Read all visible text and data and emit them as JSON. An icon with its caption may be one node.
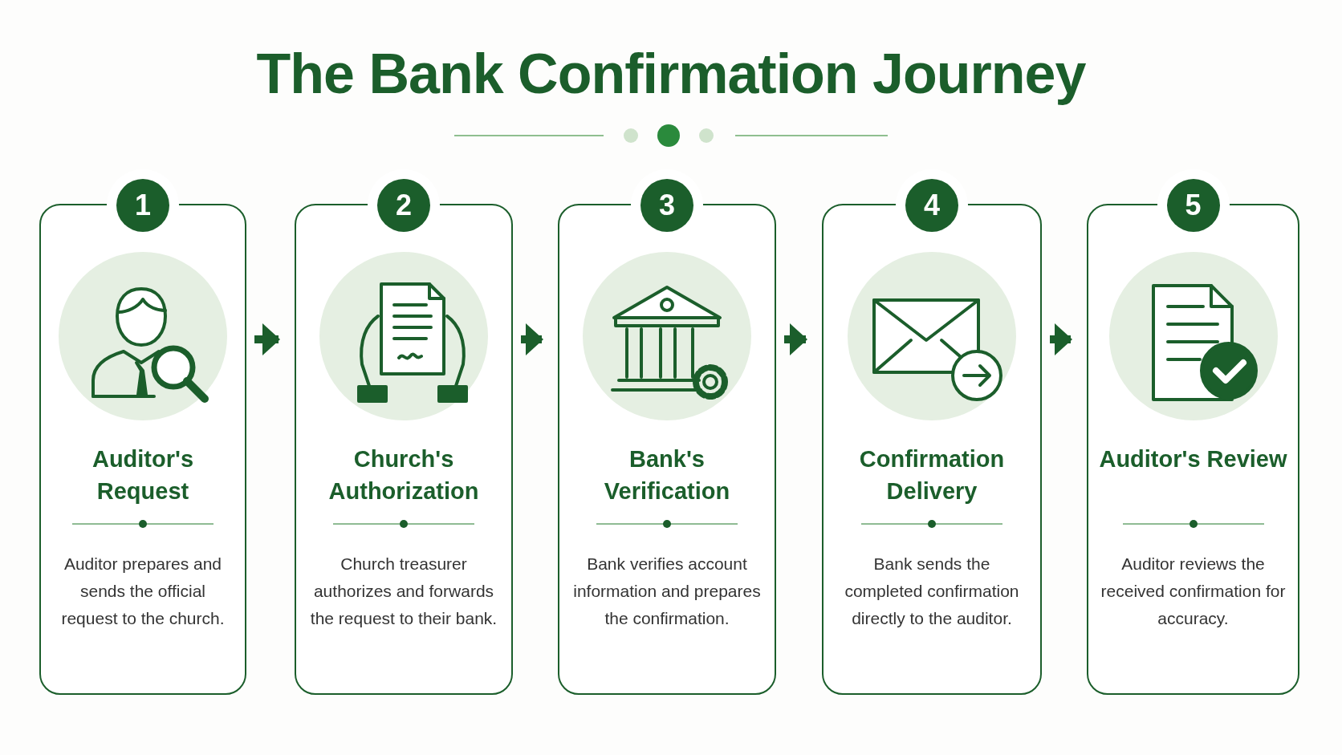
{
  "diagram": {
    "title": "The Bank Confirmation Journey",
    "nodes": [
      {
        "text": [
          "1",
          "Auditor's Request",
          "Auditor prepares and sends the official request to the church."
        ]
      },
      {
        "text": [
          "2",
          "Church's Authorization",
          "Church treasurer authorizes and forwards the request to their bank."
        ]
      },
      {
        "text": [
          "3",
          "Bank's Verification",
          "Bank verifies account information and prepares the confirmation."
        ]
      },
      {
        "text": [
          "4",
          "Confirmation Delivery",
          "Bank sends the completed confirmation directly to the auditor."
        ]
      },
      {
        "text": [
          "5",
          "Auditor's Review",
          "Auditor reviews the received confirmation for accuracy."
        ]
      }
    ],
    "edges": [
      {
        "from": 0,
        "to": 1,
        "arrow": "to"
      },
      {
        "from": 1,
        "to": 2,
        "arrow": "to"
      },
      {
        "from": 2,
        "to": 3,
        "arrow": "to"
      },
      {
        "from": 3,
        "to": 4,
        "arrow": "to"
      }
    ]
  }
}
